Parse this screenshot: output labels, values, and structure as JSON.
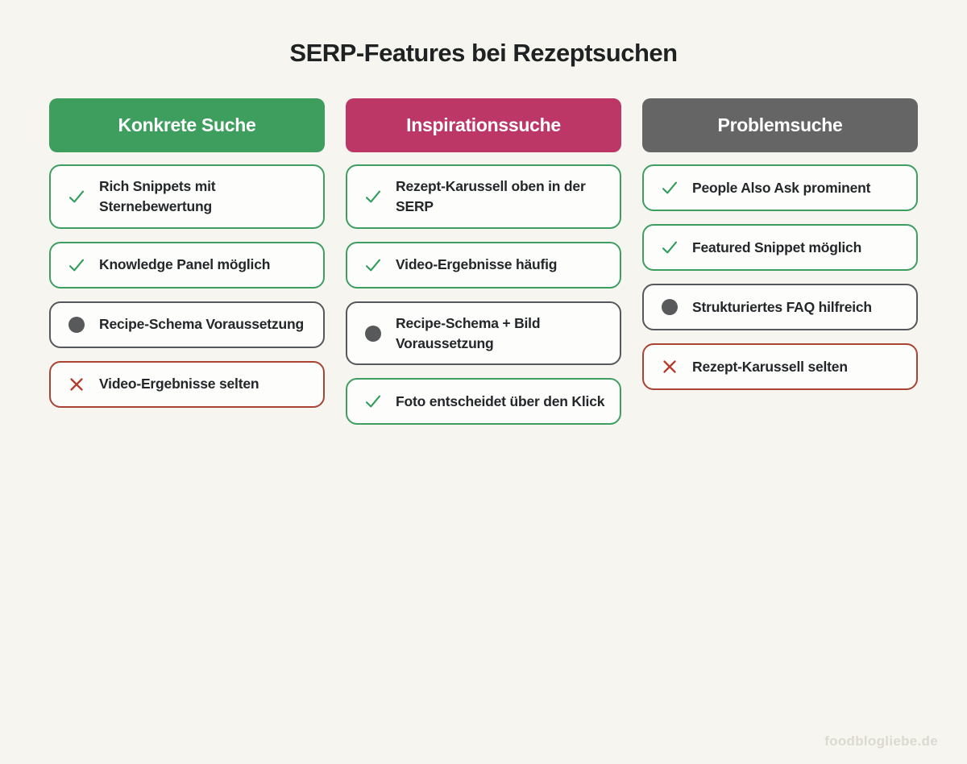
{
  "title": "SERP-Features bei Rezeptsuchen",
  "footer": "foodblogliebe.de",
  "colors": {
    "background": "#f7f5ef",
    "header_green": "#3d9e5e",
    "header_magenta": "#bd3766",
    "header_gray": "#656565",
    "border_green": "#3e9e60",
    "border_gray": "#55595c",
    "border_red": "#a94434",
    "icon_check_green": "#2f9e5b",
    "icon_dot_gray": "#58595b",
    "icon_cross_red": "#b23c2e",
    "text": "#23272a"
  },
  "columns": [
    {
      "header": "Konkrete Suche",
      "header_color": "#3d9e5e",
      "items": [
        {
          "icon": "check",
          "type": "positive",
          "text": "Rich Snippets mit Sternebewertung"
        },
        {
          "icon": "check",
          "type": "positive",
          "text": "Knowledge Panel möglich"
        },
        {
          "icon": "dot",
          "type": "neutral",
          "text": "Recipe-Schema Voraussetzung"
        },
        {
          "icon": "cross",
          "type": "negative",
          "text": "Video-Ergebnisse selten"
        }
      ]
    },
    {
      "header": "Inspirationssuche",
      "header_color": "#bd3766",
      "items": [
        {
          "icon": "check",
          "type": "positive",
          "text": "Rezept-Karussell oben in der SERP"
        },
        {
          "icon": "check",
          "type": "positive",
          "text": "Video-Ergebnisse häufig"
        },
        {
          "icon": "dot",
          "type": "neutral",
          "text": "Recipe-Schema + Bild Voraussetzung"
        },
        {
          "icon": "check",
          "type": "positive",
          "text": "Foto entscheidet über den Klick"
        }
      ]
    },
    {
      "header": "Problemsuche",
      "header_color": "#656565",
      "items": [
        {
          "icon": "check",
          "type": "positive",
          "text": "People Also Ask prominent"
        },
        {
          "icon": "check",
          "type": "positive",
          "text": "Featured Snippet möglich"
        },
        {
          "icon": "dot",
          "type": "neutral",
          "text": "Strukturiertes FAQ hilfreich"
        },
        {
          "icon": "cross",
          "type": "negative",
          "text": "Rezept-Karussell selten"
        }
      ]
    }
  ]
}
